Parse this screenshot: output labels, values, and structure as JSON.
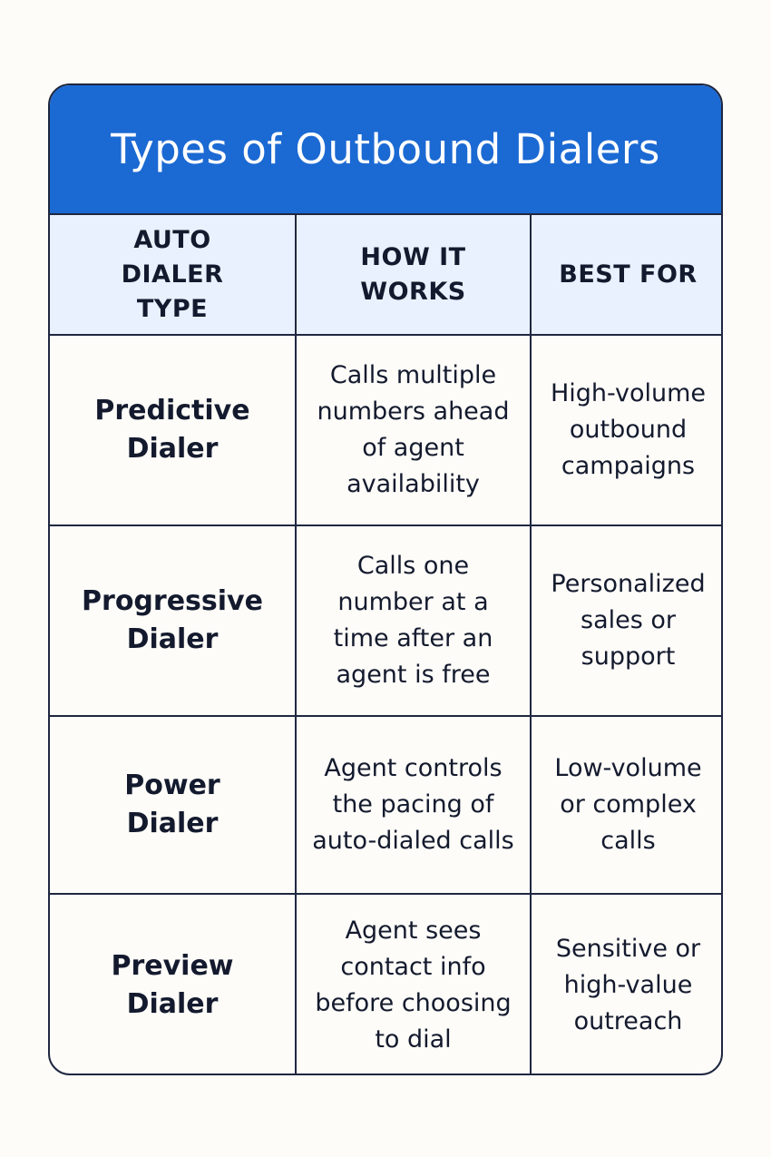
{
  "title": "Types of Outbound Dialers",
  "colors": {
    "header_bg": "#1b69d3",
    "column_header_bg": "#e8f1fd",
    "border": "#1f2740",
    "text": "#141a2e",
    "page_bg": "#fdfcf8"
  },
  "table": {
    "headers": [
      "AUTO DIALER TYPE",
      "HOW IT WORKS",
      "BEST FOR"
    ],
    "rows": [
      {
        "type": "Predictive Dialer",
        "how": "Calls multiple numbers ahead of agent availability",
        "best": "High-volume outbound campaigns"
      },
      {
        "type": "Progressive Dialer",
        "how": "Calls one number at a time after an agent is free",
        "best": "Personalized sales or support"
      },
      {
        "type": "Power Dialer",
        "how": "Agent controls the pacing of auto-dialed calls",
        "best": "Low-volume or complex calls"
      },
      {
        "type": "Preview Dialer",
        "how": "Agent sees contact info before choosing to dial",
        "best": "Sensitive or high-value outreach"
      }
    ]
  }
}
